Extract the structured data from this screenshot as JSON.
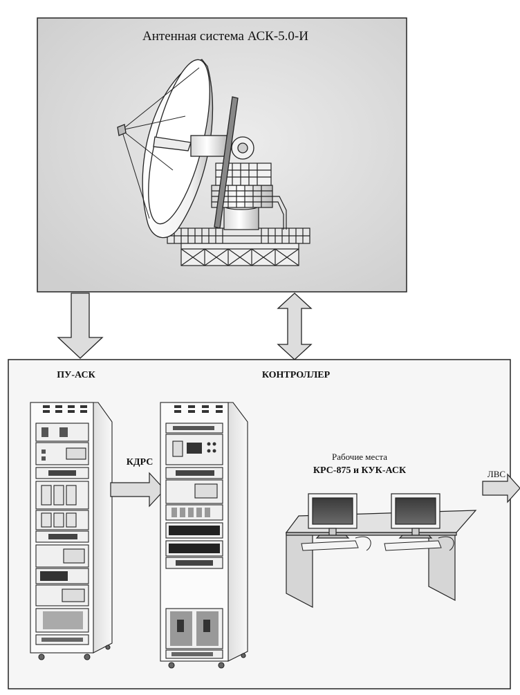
{
  "antenna_panel": {
    "title": "Антенная система АСК-5.0-И"
  },
  "station": {
    "pu_ask_label": "ПУ-АСК",
    "controller_label": "КОНТРОЛЛЕР",
    "kdrs_label": "КДРС",
    "workplaces_line1": "Рабочие места",
    "workplaces_line2": "КРС-875 и КУК-АСК",
    "lan_label": "ЛВС"
  },
  "colors": {
    "antenna_bg": "#dcdcdc",
    "station_bg": "#f6f6f6",
    "frame": "#222222",
    "arrow_fill": "#dddddd"
  }
}
